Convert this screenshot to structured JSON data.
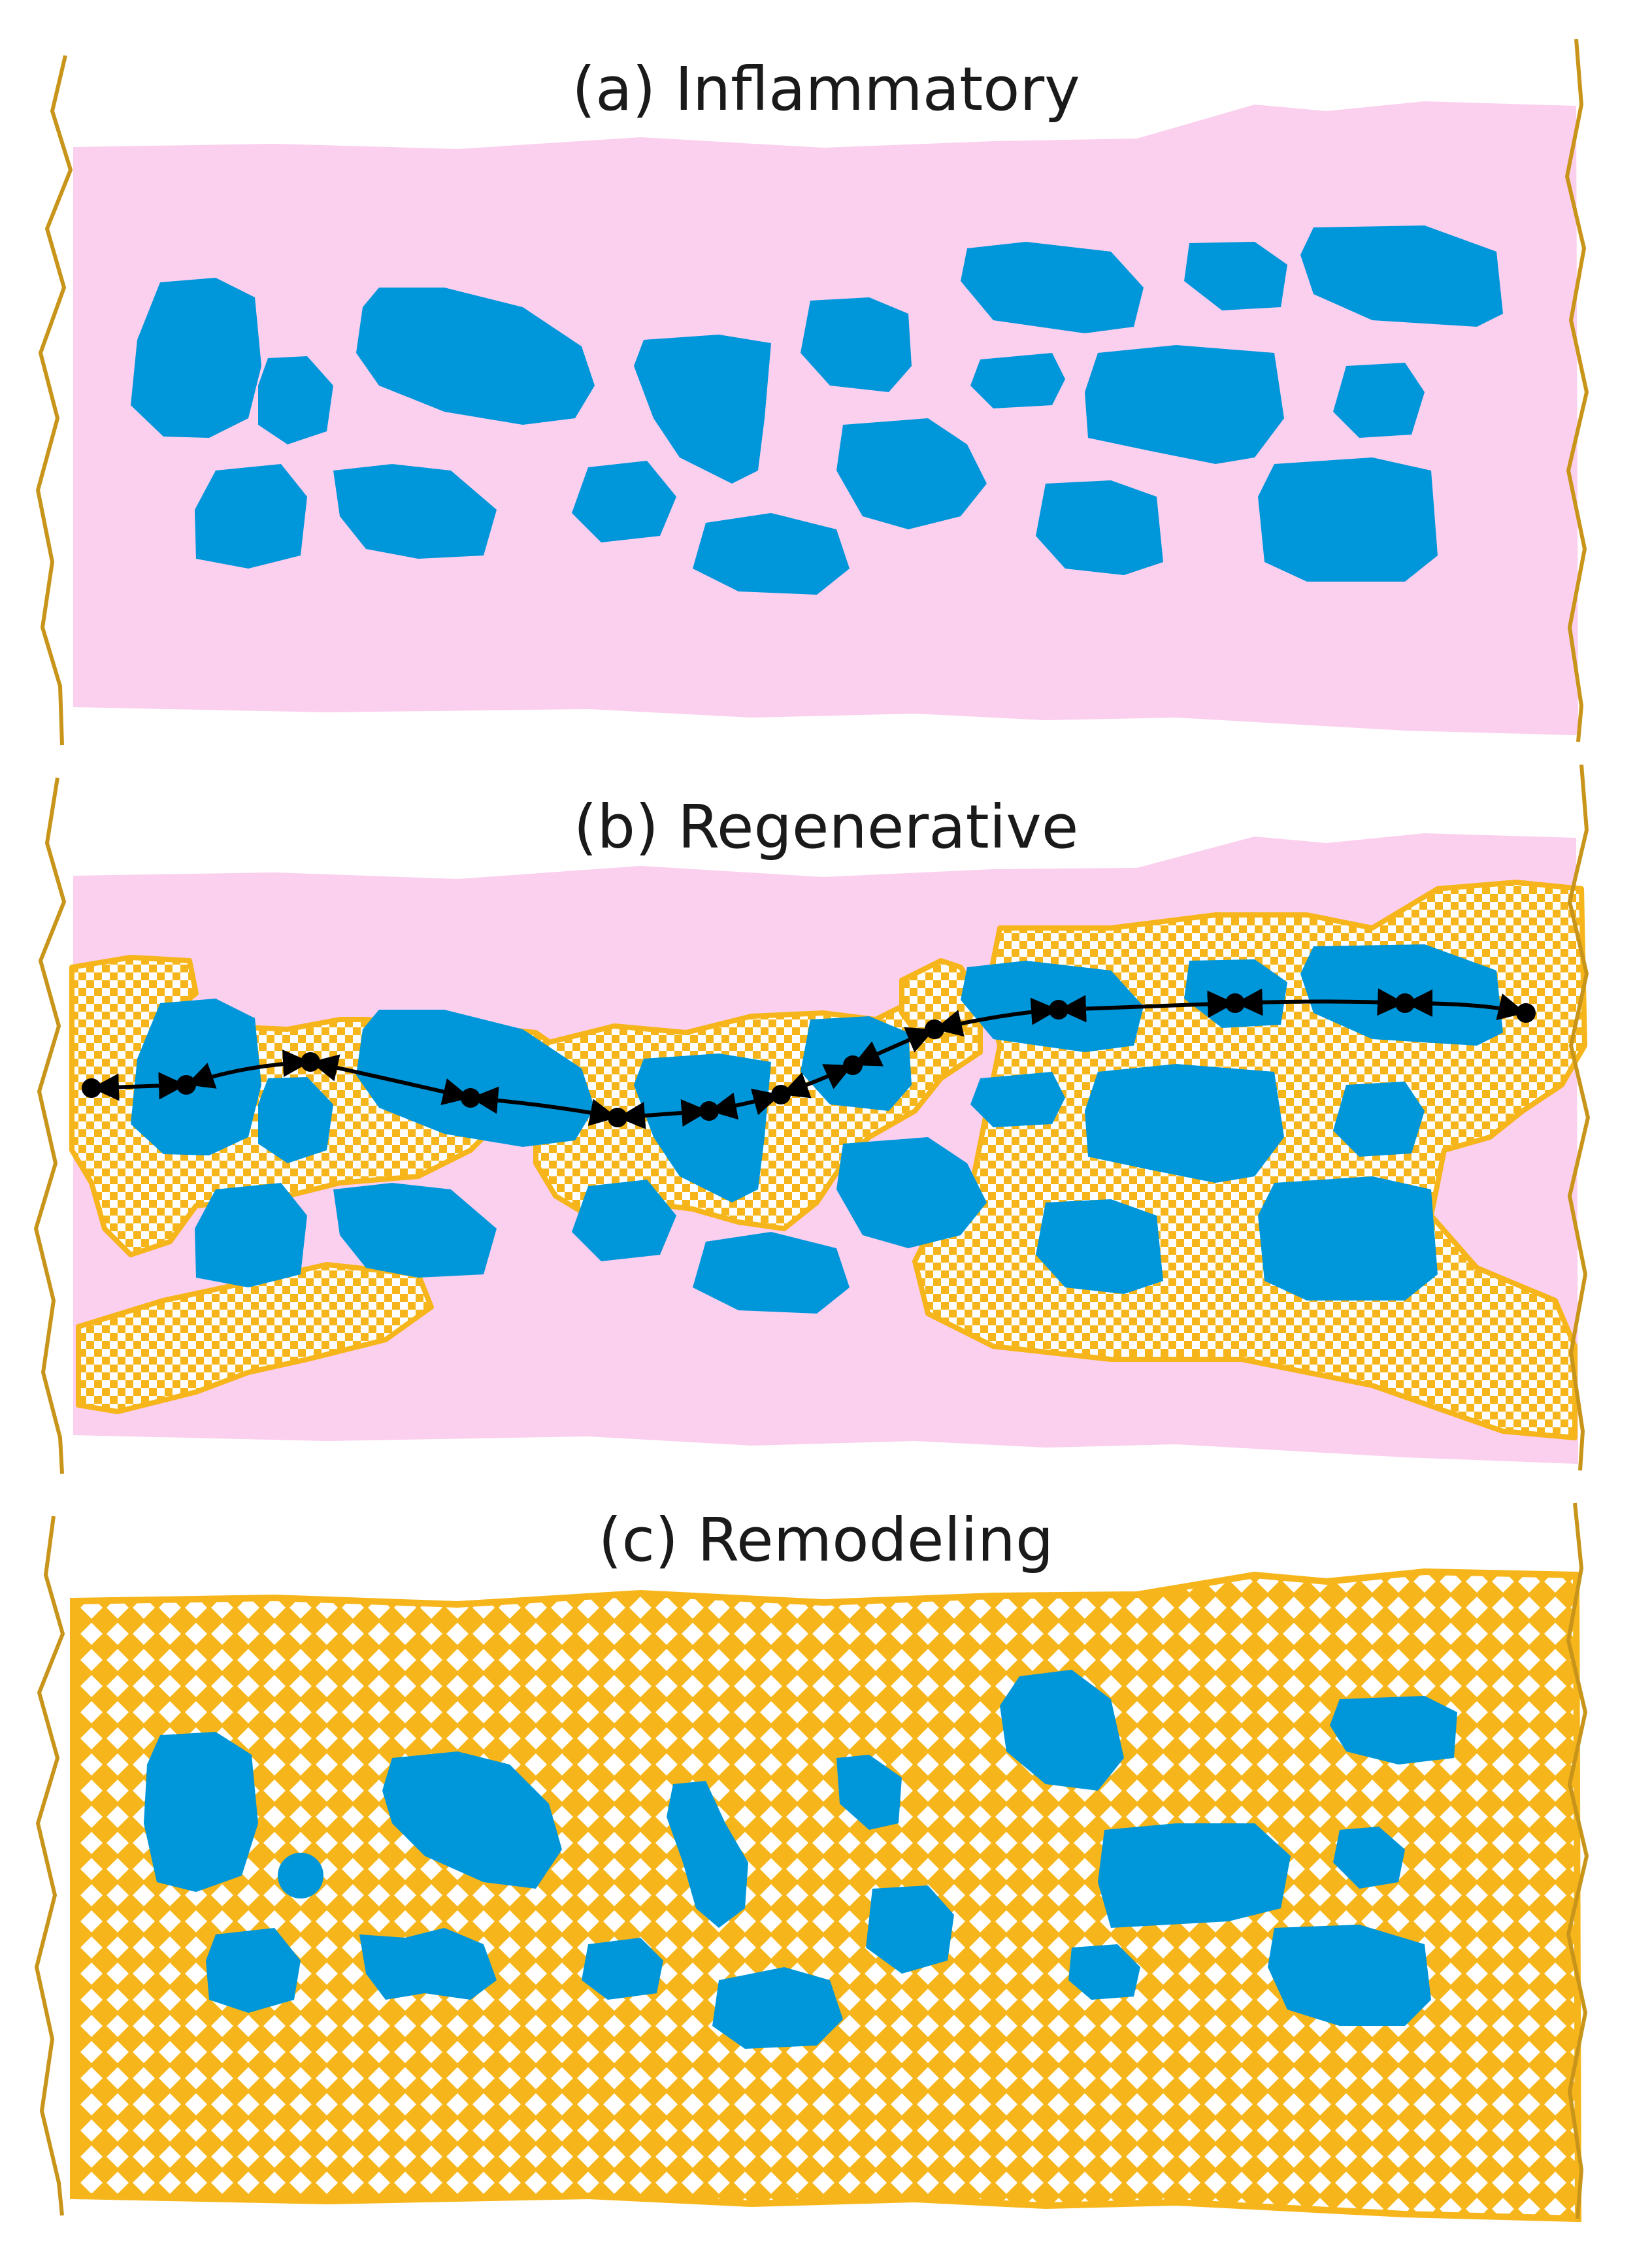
{
  "colors": {
    "background": "#ffffff",
    "inflammatory_tissue": "#fbcfee",
    "particle": "#0096da",
    "bone": "#f6b51a",
    "bone_light": "#ffffff",
    "border": "#c8951a",
    "path": "#000000"
  },
  "panels": [
    {
      "id": "a",
      "title": "(a) Inflammatory"
    },
    {
      "id": "b",
      "title": "(b) Regenerative"
    },
    {
      "id": "c",
      "title": "(c) Remodeling"
    }
  ]
}
